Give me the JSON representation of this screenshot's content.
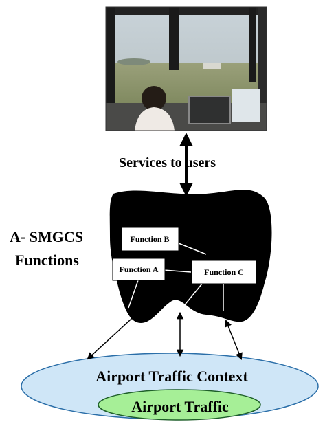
{
  "photo": {
    "subject": "control-tower-operator-photo"
  },
  "labels": {
    "services": "Services to users",
    "asmgcs_line1": "A- SMGCS",
    "asmgcs_line2": "Functions",
    "function_a": "Function A",
    "function_b": "Function B",
    "function_c": "Function C",
    "context": "Airport Traffic Context",
    "traffic": "Airport Traffic"
  },
  "colors": {
    "blob": "#000000",
    "outer_ellipse": "#cfe6f7",
    "inner_ellipse": "#a6ef97"
  }
}
